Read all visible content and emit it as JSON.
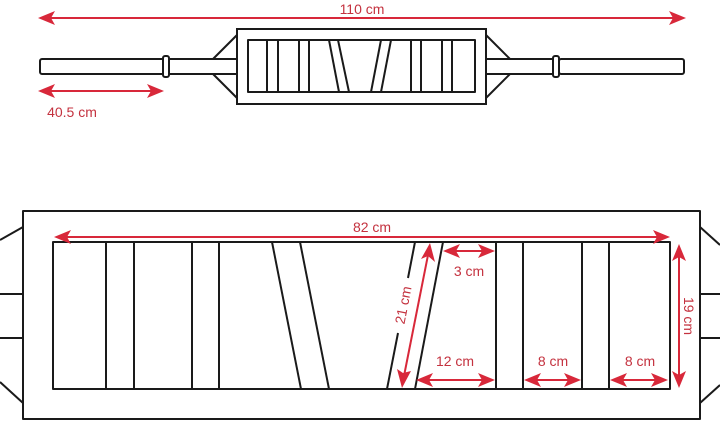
{
  "colors": {
    "outline": "#1a1a1a",
    "dimension": "#d8283a",
    "label": "#c4323f",
    "background": "#ffffff"
  },
  "top_view": {
    "overall_length_label": "110 cm",
    "sleeve_length_label": "40.5 cm"
  },
  "detail_view": {
    "inner_width_label": "82 cm",
    "inner_height_label": "19 cm",
    "angled_grip_length_label": "21 cm",
    "angled_grip_gap_label": "3 cm",
    "angled_grip_spacing_label": "12 cm",
    "grip_spacing_label_1": "8 cm",
    "grip_spacing_label_2": "8 cm"
  }
}
